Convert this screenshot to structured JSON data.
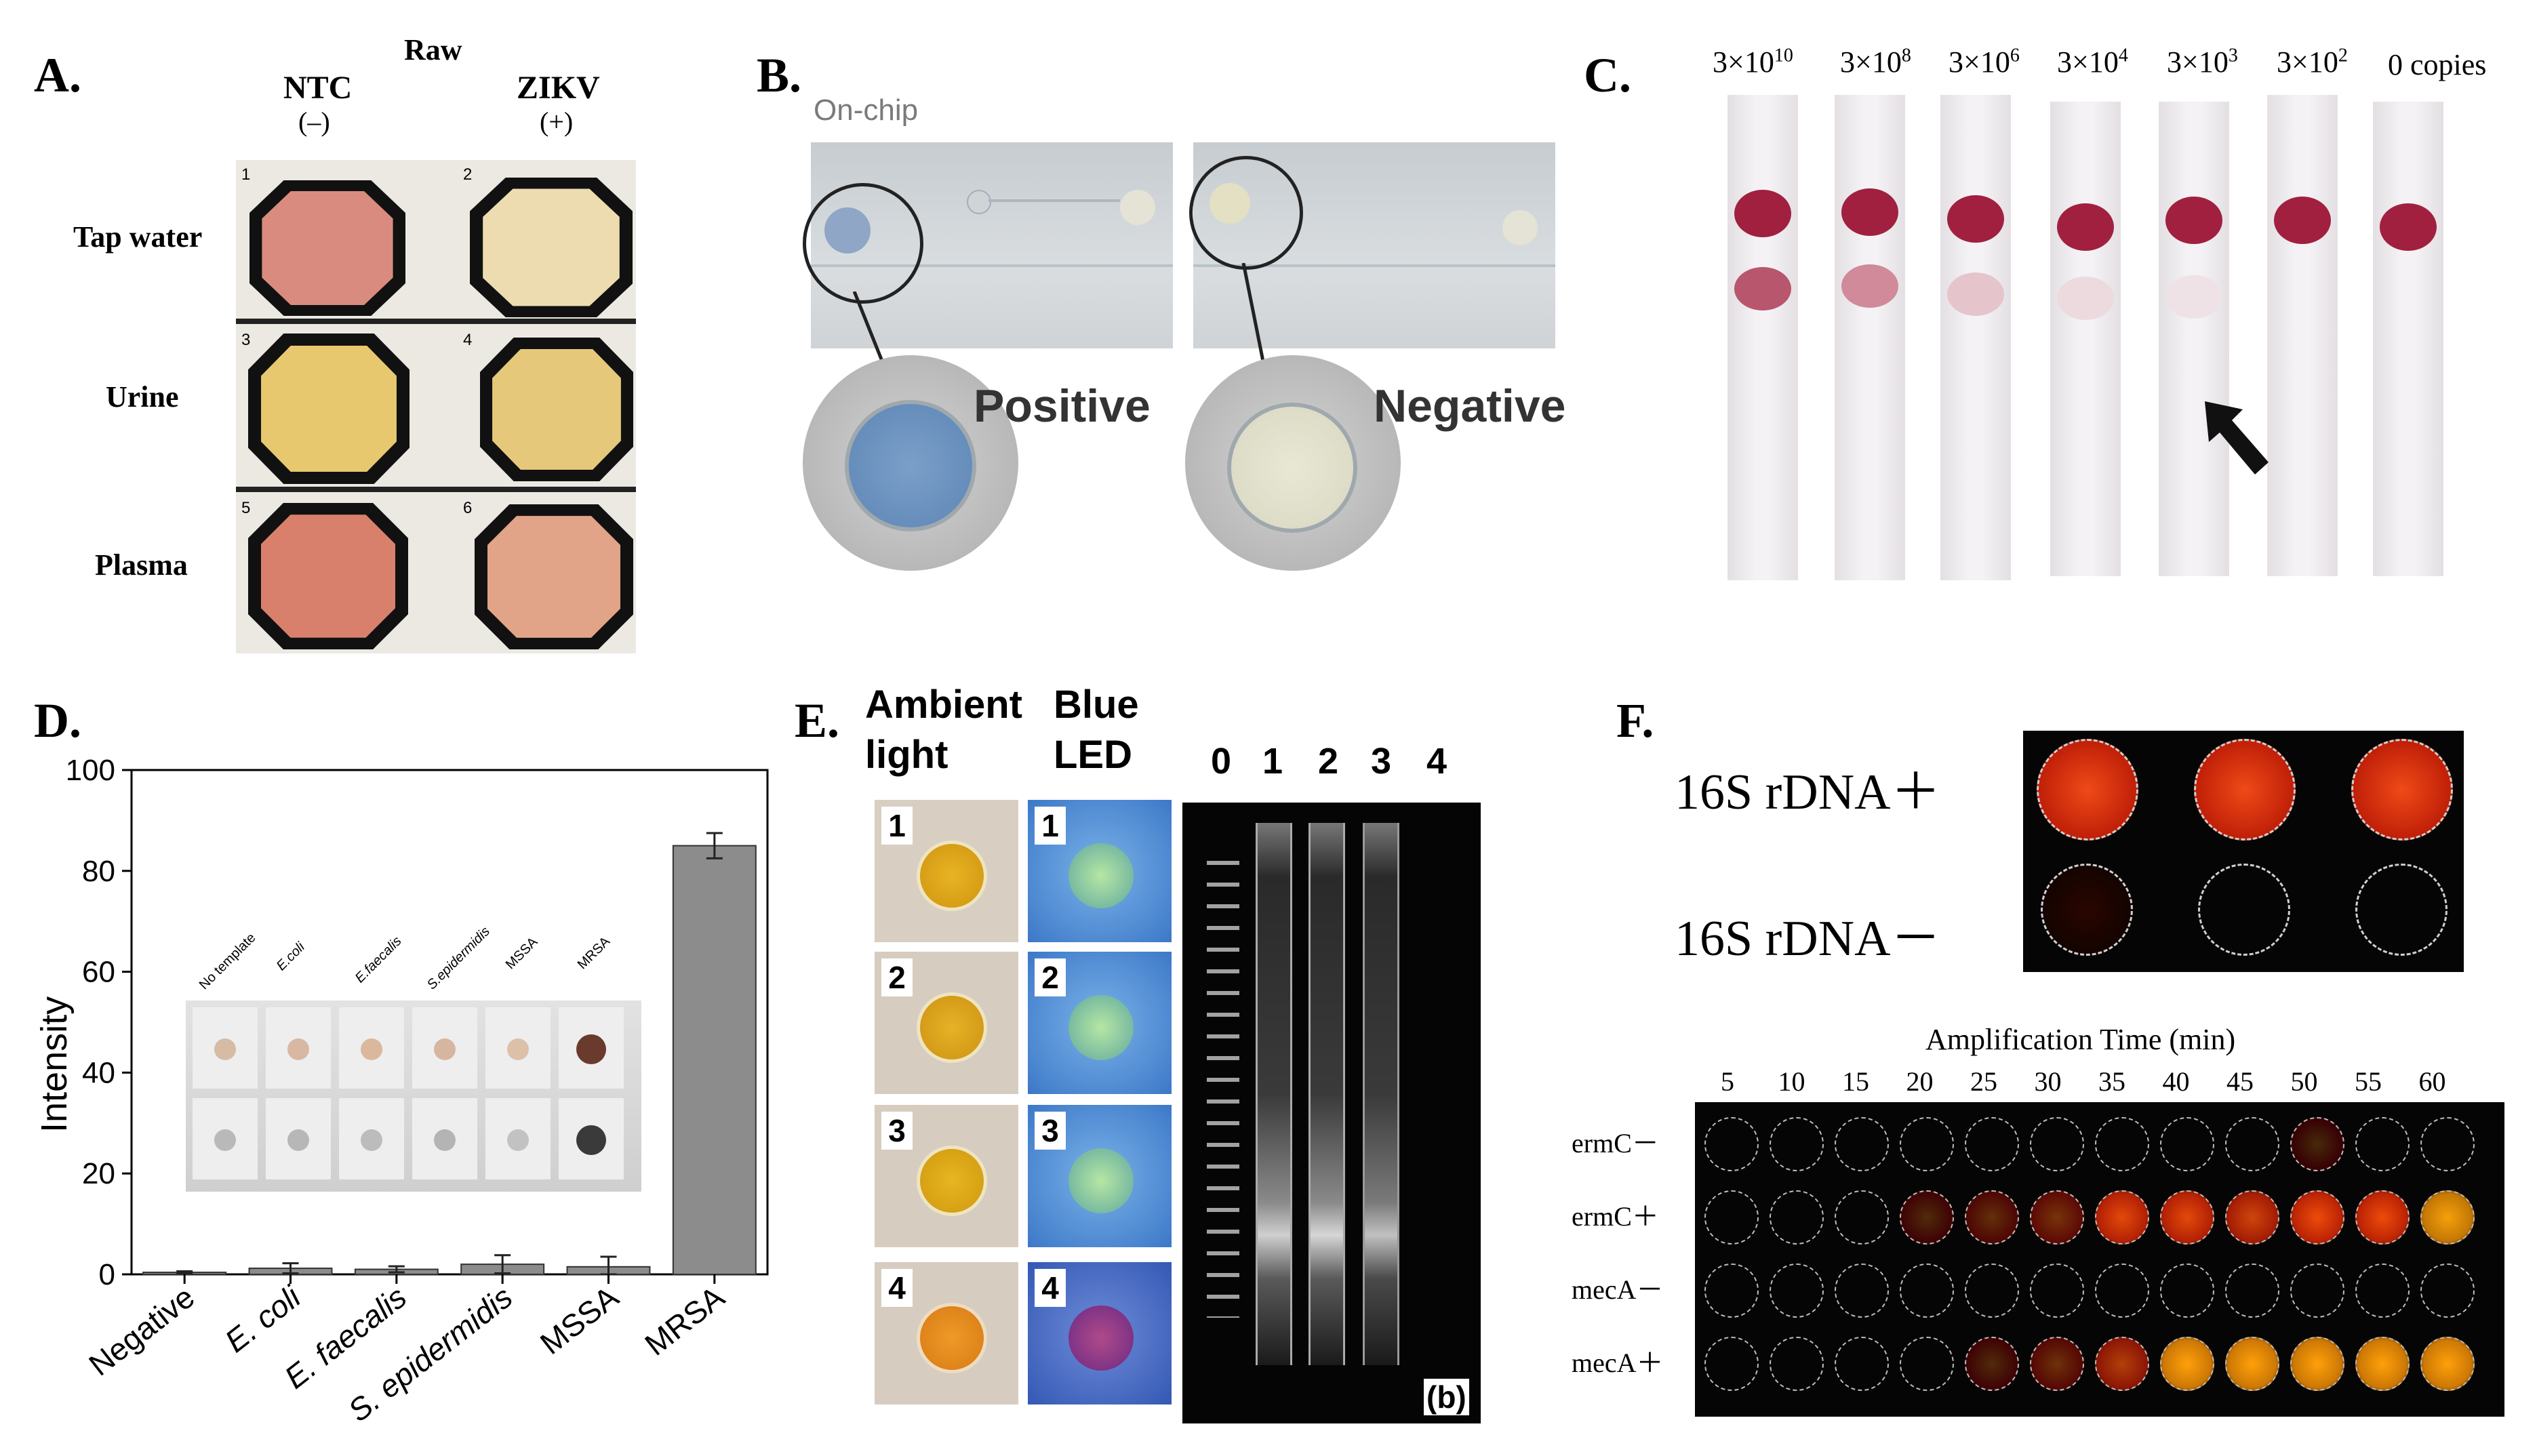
{
  "panels": {
    "a": {
      "letter": "A.",
      "raw": "Raw",
      "col1": "NTC",
      "col1_sign": "(–)",
      "col2": "ZIKV",
      "col2_sign": "(+)",
      "rows": [
        "Tap water",
        "Urine",
        "Plasma"
      ],
      "well_numbers": [
        "1",
        "2",
        "3",
        "4",
        "5",
        "6"
      ]
    },
    "b": {
      "letter": "B.",
      "onchip": "On-chip",
      "positive": "Positive",
      "negative": "Negative"
    },
    "c": {
      "letter": "C.",
      "strip_labels": [
        {
          "base": "3×10",
          "exp": "10"
        },
        {
          "base": "3×10",
          "exp": "8"
        },
        {
          "base": "3×10",
          "exp": "6"
        },
        {
          "base": "3×10",
          "exp": "4"
        },
        {
          "base": "3×10",
          "exp": "3"
        },
        {
          "base": "3×10",
          "exp": "2"
        },
        {
          "base": "0 copies",
          "exp": ""
        }
      ]
    },
    "d": {
      "letter": "D.",
      "inset_labels": [
        "No template",
        "E.coli",
        "E.faecalis",
        "S.epidermidis",
        "MSSA",
        "MRSA"
      ]
    },
    "e": {
      "letter": "E.",
      "col1_line1": "Ambient",
      "col1_line2": "light",
      "col2_line1": "Blue",
      "col2_line2": "LED",
      "sample_numbers": [
        "1",
        "2",
        "3",
        "4"
      ],
      "gel_lanes": [
        "0",
        "1",
        "2",
        "3",
        "4"
      ],
      "gel_tag": "(b)"
    },
    "f": {
      "letter": "F.",
      "row_pos": "16S rDNA＋",
      "row_neg": "16S rDNA－",
      "amp_title": "Amplification Time (min)",
      "times": [
        "5",
        "10",
        "15",
        "20",
        "25",
        "30",
        "35",
        "40",
        "45",
        "50",
        "55",
        "60"
      ],
      "amp_rows": [
        "ermC－",
        "ermC＋",
        "mecA－",
        "mecA＋"
      ]
    }
  },
  "chart_data": {
    "type": "bar",
    "categories": [
      "Negative",
      "E. coli",
      "E. faecalis",
      "S. epidermidis",
      "MSSA",
      "MRSA"
    ],
    "values": [
      0.4,
      1.2,
      1.0,
      2.0,
      1.5,
      85
    ],
    "errors": [
      0.2,
      1.0,
      0.6,
      1.8,
      2.0,
      2.5
    ],
    "ylabel": "Intensity",
    "ylim": [
      0,
      100
    ],
    "yticks": [
      0,
      20,
      40,
      60,
      80,
      100
    ],
    "bar_color": "#8c8c8c"
  },
  "colors": {
    "pink_pad": "#d98b80",
    "yellow_pad": "#ecdcb0",
    "c_line": "#a1203f",
    "gel_bg": "#050505",
    "f_bg": "#050505",
    "f_glow": "#ff3b10"
  }
}
